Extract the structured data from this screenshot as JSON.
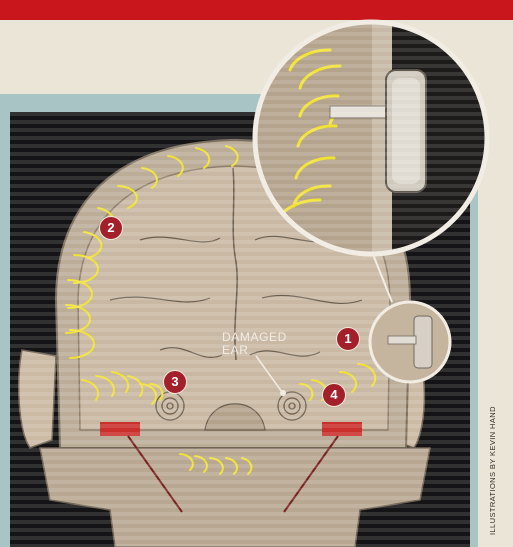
{
  "labels": {
    "damaged_ear_line1": "DAMAGED",
    "damaged_ear_line2": "EAR",
    "credit": "ILLUSTRATIONS BY KEVIN HAND"
  },
  "markers": [
    "1",
    "2",
    "3",
    "4"
  ],
  "colors": {
    "accent_bar": "#c8161c",
    "marker_fill": "#a3202a",
    "wave": "#f2e232",
    "frame": "#a9c4c4"
  }
}
